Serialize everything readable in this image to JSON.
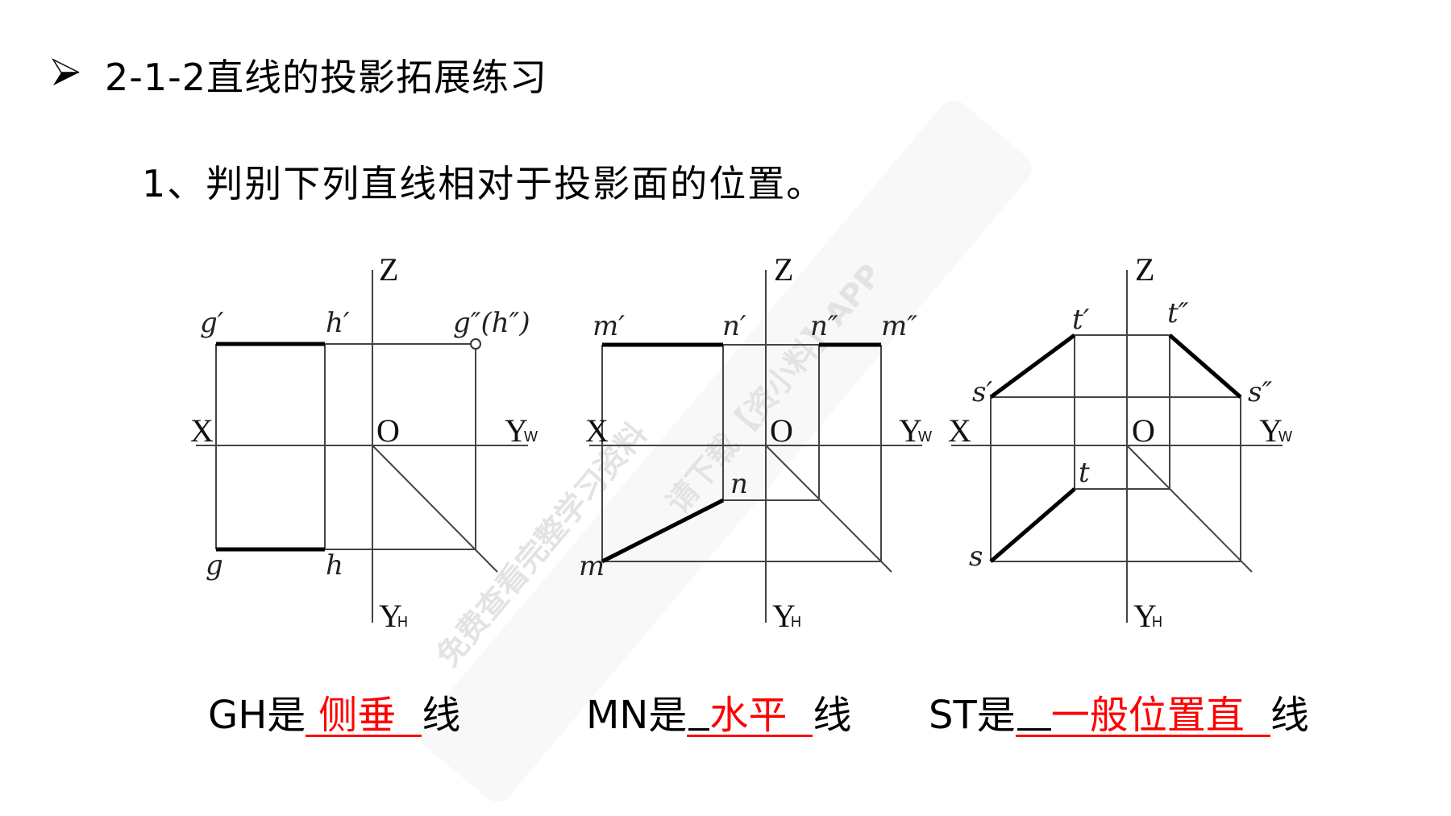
{
  "slide": {
    "heading": "2-1-2直线的投影拓展练习",
    "subtitle": "1、判别下列直线相对于投影面的位置。",
    "bullet_icon": "arrow-bullet-icon"
  },
  "diagrams": [
    {
      "id": "GH",
      "axis_labels": {
        "z": "Z",
        "x": "X",
        "o": "O",
        "yw": "Y",
        "yw_sub": "W",
        "yh": "Y",
        "yh_sub": "H"
      },
      "point_labels": {
        "g_prime": "g′",
        "h_prime": "h′",
        "g_dprime": "g″(h″)",
        "g": "g",
        "h": "h"
      }
    },
    {
      "id": "MN",
      "axis_labels": {
        "z": "Z",
        "x": "X",
        "o": "O",
        "yw": "Y",
        "yw_sub": "W",
        "yh": "Y",
        "yh_sub": "H"
      },
      "point_labels": {
        "m_prime": "m′",
        "n_prime": "n′",
        "n_dprime": "n″",
        "m_dprime": "m″",
        "n": "n",
        "m": "m"
      }
    },
    {
      "id": "ST",
      "axis_labels": {
        "z": "Z",
        "x": "X",
        "o": "O",
        "yw": "Y",
        "yw_sub": "W",
        "yh": "Y",
        "yh_sub": "H"
      },
      "point_labels": {
        "t_prime": "t′",
        "t_dprime": "t″",
        "s_prime": "s′",
        "s_dprime": "s″",
        "t": "t",
        "s": "s"
      }
    }
  ],
  "answers": [
    {
      "prefix": "GH是",
      "answer": "侧垂",
      "suffix": "线"
    },
    {
      "prefix": "MN是",
      "answer": "水平",
      "suffix": "线"
    },
    {
      "prefix": "ST是",
      "answer": "一般位置直",
      "suffix": "线"
    }
  ],
  "watermark": {
    "line1": "免费查看完整学习资料",
    "line2": "请下载【资小料】APP"
  },
  "colors": {
    "answer": "#ff0000",
    "text": "#000000",
    "line": "#444444"
  }
}
